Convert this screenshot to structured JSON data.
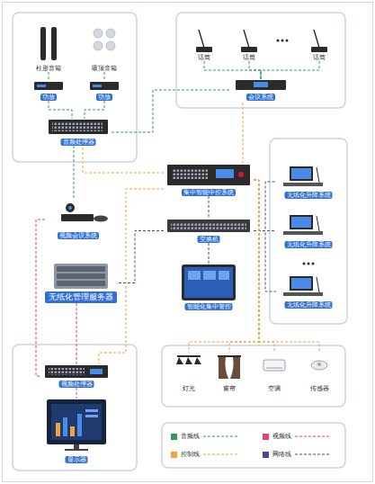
{
  "diagram": {
    "nodes": [
      {
        "text": [
          "柱形音箱"
        ]
      },
      {
        "text": [
          "吸顶音箱"
        ]
      },
      {
        "text": [
          "功放"
        ]
      },
      {
        "text": [
          "功放"
        ]
      },
      {
        "text": [
          "音频处理器"
        ]
      },
      {
        "text": [
          "话筒"
        ]
      },
      {
        "text": [
          "话筒"
        ]
      },
      {
        "text": [
          "话筒"
        ]
      },
      {
        "text": [
          "会议系统"
        ]
      },
      {
        "text": [
          "集中智能中控系统"
        ]
      },
      {
        "text": [
          "交换机"
        ]
      },
      {
        "text": [
          "视频会议系统"
        ]
      },
      {
        "text": [
          "无纸化管理服务器"
        ]
      },
      {
        "text": [
          "智能化集中管控"
        ]
      },
      {
        "text": [
          "无纸化升降系统"
        ]
      },
      {
        "text": [
          "无纸化升降系统"
        ]
      },
      {
        "text": [
          "无纸化升降系统"
        ]
      },
      {
        "text": [
          "视频处理器"
        ]
      },
      {
        "text": [
          "显示器"
        ]
      },
      {
        "text": [
          "灯光"
        ]
      },
      {
        "text": [
          "窗帘"
        ]
      },
      {
        "text": [
          "空调"
        ]
      },
      {
        "text": [
          "传感器"
        ]
      }
    ],
    "edges": [
      {
        "from": 0,
        "to": 2,
        "arrow": "none"
      },
      {
        "from": 1,
        "to": 3,
        "arrow": "none"
      },
      {
        "from": 2,
        "to": 4,
        "arrow": "none"
      },
      {
        "from": 3,
        "to": 4,
        "arrow": "none"
      },
      {
        "from": 5,
        "to": 8,
        "arrow": "none"
      },
      {
        "from": 6,
        "to": 8,
        "arrow": "none"
      },
      {
        "from": 7,
        "to": 8,
        "arrow": "none"
      },
      {
        "from": 8,
        "to": 4,
        "arrow": "none"
      },
      {
        "from": 9,
        "to": 8,
        "arrow": "none"
      },
      {
        "from": 9,
        "to": 4,
        "arrow": "none"
      },
      {
        "from": 4,
        "to": 11,
        "arrow": "none"
      },
      {
        "from": 9,
        "to": 10,
        "arrow": "none"
      },
      {
        "from": 10,
        "to": 13,
        "arrow": "none"
      },
      {
        "from": 10,
        "to": 14,
        "arrow": "none"
      },
      {
        "from": 10,
        "to": 15,
        "arrow": "none"
      },
      {
        "from": 10,
        "to": 16,
        "arrow": "none"
      },
      {
        "from": 10,
        "to": 12,
        "arrow": "none"
      },
      {
        "from": 11,
        "to": 17,
        "arrow": "none"
      },
      {
        "from": 12,
        "to": 17,
        "arrow": "none"
      },
      {
        "from": 9,
        "to": 17,
        "arrow": "none"
      },
      {
        "from": 9,
        "to": 19,
        "arrow": "none"
      },
      {
        "from": 9,
        "to": 20,
        "arrow": "none"
      },
      {
        "from": 9,
        "to": 21,
        "arrow": "none"
      },
      {
        "from": 9,
        "to": 22,
        "arrow": "none"
      },
      {
        "from": 17,
        "to": 18,
        "arrow": "none"
      }
    ],
    "legend": [
      {
        "text": "音频线",
        "color": "#2f9e5f"
      },
      {
        "text": "视频线",
        "color": "#e0457b"
      },
      {
        "text": "控制线",
        "color": "#f2a33a"
      },
      {
        "text": "网络线",
        "color": "#4b4790"
      }
    ]
  }
}
